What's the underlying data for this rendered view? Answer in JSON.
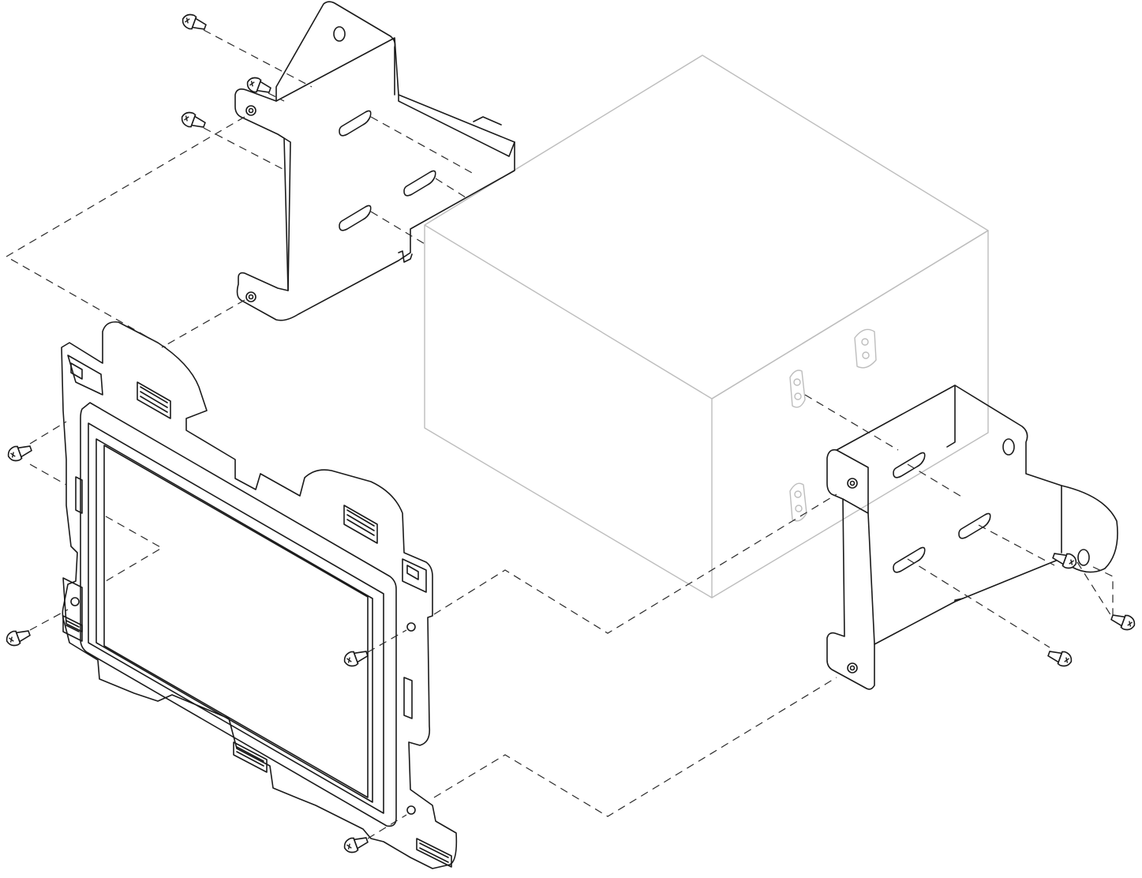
{
  "diagram": {
    "kind": "exploded-assembly-line-drawing",
    "parts": [
      {
        "id": "radio-unit",
        "icon": "box-outline-icon",
        "rendering": "ghosted"
      },
      {
        "id": "bracket-left",
        "icon": "mounting-bracket-icon",
        "rendering": "outline"
      },
      {
        "id": "bracket-right",
        "icon": "mounting-bracket-icon",
        "rendering": "outline"
      },
      {
        "id": "dash-kit-trim-panel",
        "icon": "trim-bezel-icon",
        "rendering": "outline"
      },
      {
        "id": "screws",
        "icon": "screw-icon",
        "count": 10,
        "rendering": "outline"
      }
    ],
    "guides": {
      "style": "dashed",
      "meaning": "assembly-alignment"
    }
  },
  "colors": {
    "background": "#ffffff",
    "line": "#1a1a1a",
    "ghost_line": "#bdbdbd",
    "dash": "#2a2a2a"
  }
}
